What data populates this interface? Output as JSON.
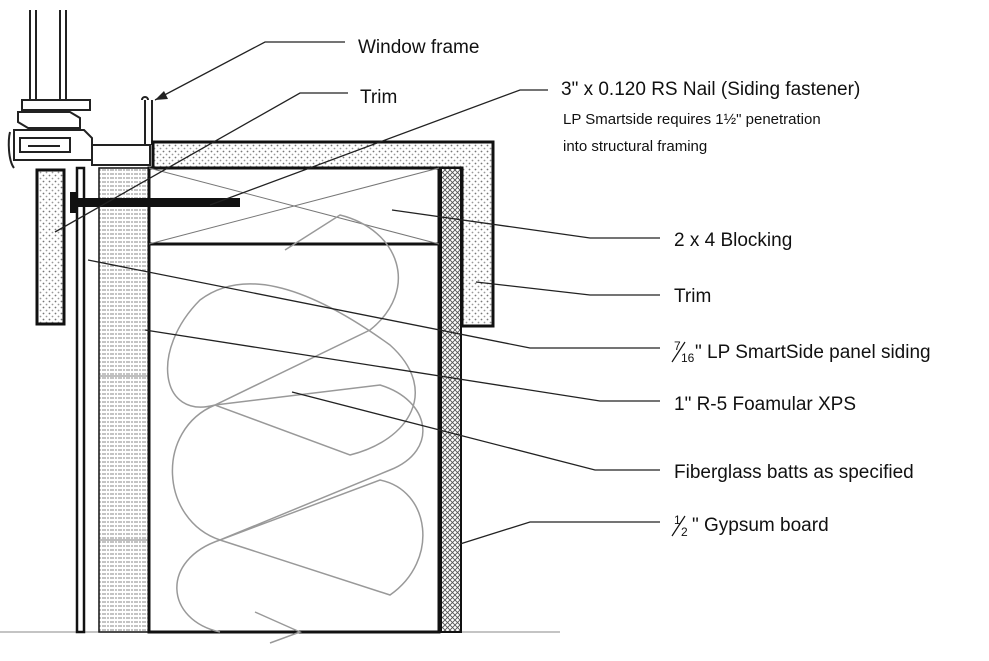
{
  "labels": {
    "window_frame": "Window frame",
    "trim_top": "Trim",
    "nail": "3\" x 0.120 RS Nail (Siding fastener)",
    "nail_note_1": "LP Smartside requires 1½\" penetration",
    "nail_note_2": "into structural framing",
    "blocking": "2 x 4 Blocking",
    "trim_side": "Trim",
    "siding_frac_num": "7",
    "siding_frac_den": "16",
    "siding": "\" LP SmartSide panel siding",
    "xps": "1\" R-5 Foamular XPS",
    "batts": "Fiberglass batts as specified",
    "gypsum_frac_num": "1",
    "gypsum_frac_den": "2",
    "gypsum": "\" Gypsum board"
  }
}
